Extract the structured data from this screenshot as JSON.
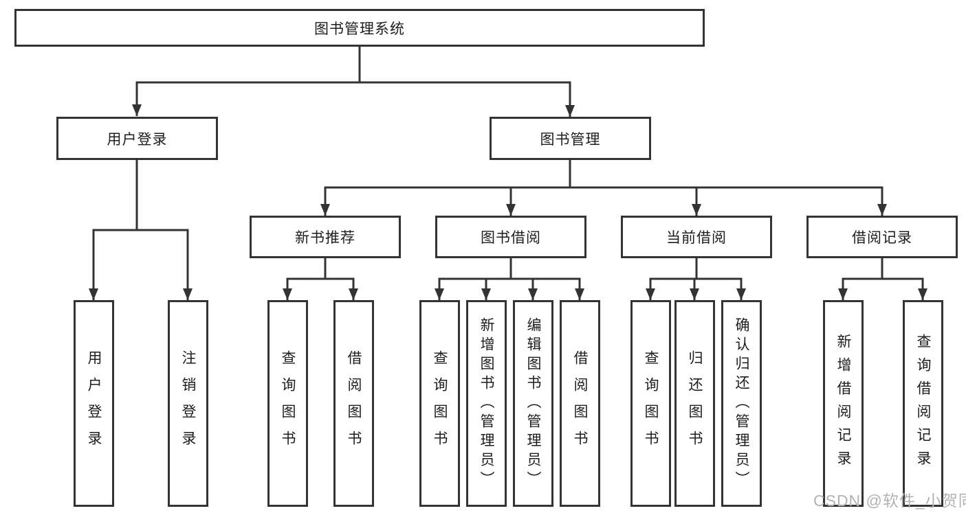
{
  "tree": {
    "root_label": "图书管理系统",
    "level2": [
      {
        "label": "用户登录"
      },
      {
        "label": "图书管理"
      }
    ],
    "level3": [
      {
        "label": "新书推荐"
      },
      {
        "label": "图书借阅"
      },
      {
        "label": "当前借阅"
      },
      {
        "label": "借阅记录"
      }
    ],
    "leaves": {
      "user_login": [
        "用户登录",
        "注销登录"
      ],
      "new_book": [
        "查询图书",
        "借阅图书"
      ],
      "borrow": [
        "查询图书",
        "新增图书（管理员）",
        "编辑图书（管理员）",
        "借阅图书"
      ],
      "current": [
        "查询图书",
        "归还图书",
        "确认归还（管理员）"
      ],
      "records": [
        "新增借阅记录",
        "查询借阅记录"
      ]
    }
  },
  "watermark": "CSDN @软件_小贺同学",
  "colors": {
    "line": "#333333",
    "box_border": "#333333",
    "text": "#1d1d1d",
    "watermark": "#b3b3b3",
    "background": "#ffffff"
  }
}
